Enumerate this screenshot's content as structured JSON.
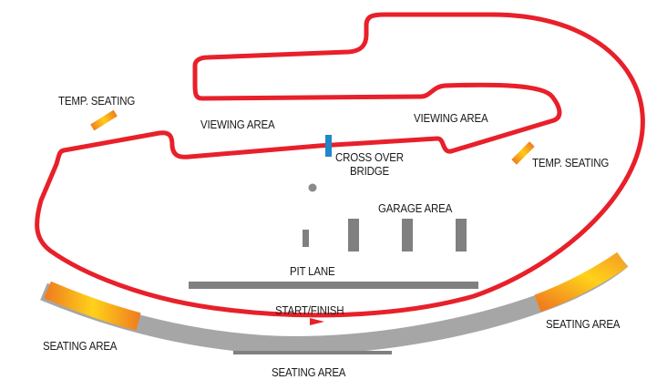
{
  "labels": {
    "temp_seating_left": "TEMP. SEATING",
    "temp_seating_right": "TEMP. SEATING",
    "viewing_area_left": "VIEWING AREA",
    "viewing_area_right": "VIEWING AREA",
    "cross_over_bridge_line1": "CROSS OVER",
    "cross_over_bridge_line2": "BRIDGE",
    "garage_area": "GARAGE AREA",
    "pit_lane": "PIT LANE",
    "start_finish": "START/FINISH",
    "seating_area_left": "SEATING AREA",
    "seating_area_bottom": "SEATING AREA",
    "seating_area_right": "SEATING AREA"
  },
  "colors": {
    "track": "#e8202a",
    "pit_lane": "#808080",
    "garages": "#808080",
    "bridge": "#1e88c8",
    "seating_gray": "#a6a6a6",
    "seating_hot": "#ffe81a",
    "seating_warm": "#f5a623",
    "seating_edge": "#f07f1e"
  }
}
